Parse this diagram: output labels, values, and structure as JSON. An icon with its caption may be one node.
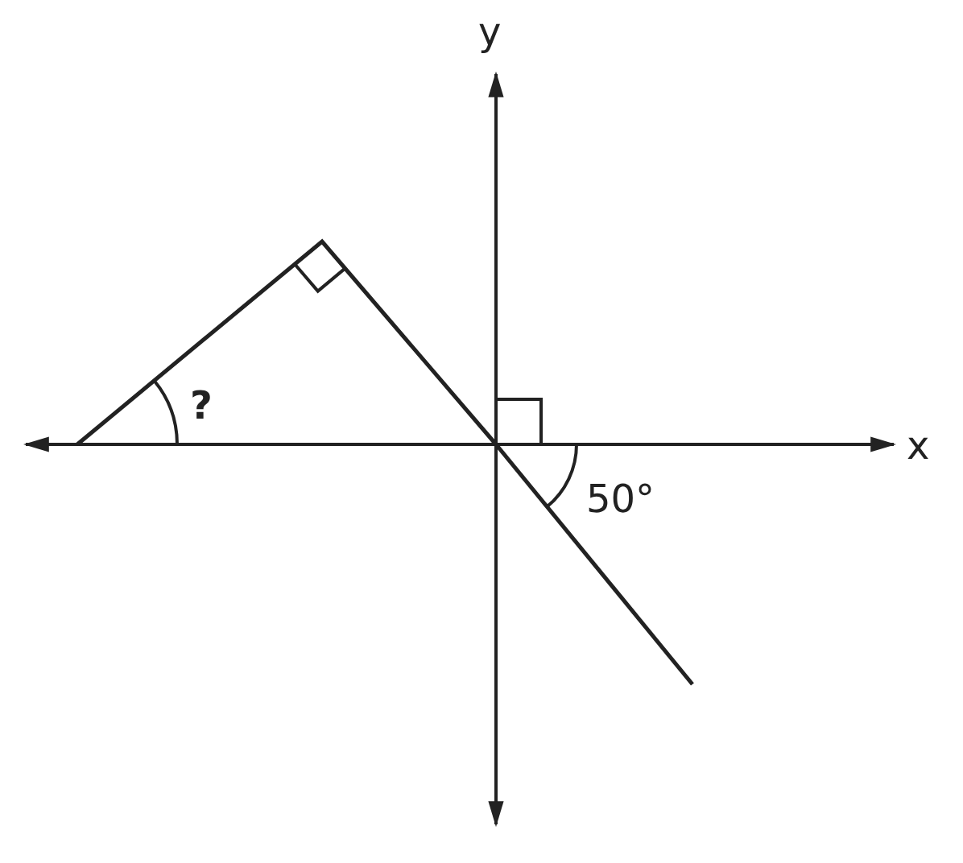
{
  "diagram": {
    "labels": [
      "y",
      "?",
      "x",
      "50°"
    ]
  }
}
